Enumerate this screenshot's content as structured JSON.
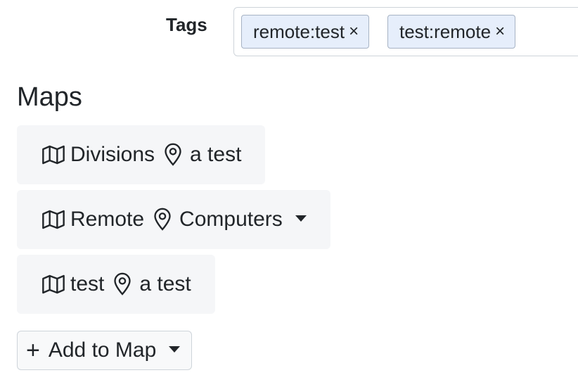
{
  "tags": {
    "label": "Tags",
    "items": [
      {
        "label": "remote:test",
        "remove": "×"
      },
      {
        "label": "test:remote",
        "remove": "×"
      }
    ]
  },
  "maps": {
    "heading": "Maps",
    "entries": [
      {
        "map_name": "Divisions",
        "location": "a test",
        "has_dropdown": false
      },
      {
        "map_name": "Remote",
        "location": "Computers",
        "has_dropdown": true
      },
      {
        "map_name": "test",
        "location": "a test",
        "has_dropdown": false
      }
    ],
    "add_button_plus": "+",
    "add_button_label": "Add to Map"
  },
  "icons": {
    "map": "map-icon",
    "pin": "map-pin-icon",
    "caret": "caret-down-icon"
  }
}
